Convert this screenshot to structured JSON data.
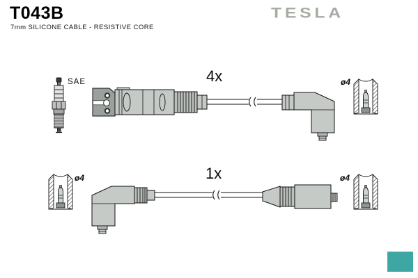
{
  "page": {
    "background_color": "#ffffff"
  },
  "header": {
    "part_number": "T043B",
    "description": "7mm SILICONE CABLE - RESISTIVE CORE",
    "brand": "TESLA",
    "brand_color": "#a5ada1"
  },
  "top_assembly": {
    "quantity_label": "4x",
    "plug_type_label": "SAE",
    "terminal_diameter_label": "ø4",
    "components": "spark-plug, distributor-connector-block, straight-connector-housing, cable-with-break, angled-plug-boot, terminal-socket-cross-section"
  },
  "bottom_assembly": {
    "quantity_label": "1x",
    "terminal_diameter_label_left": "ø4",
    "terminal_diameter_label_right": "ø4",
    "components": "terminal-socket-cross-section, angled-plug-boot, cable-with-break, straight-boot, terminal-socket-cross-section"
  },
  "accent": {
    "box_color": "#3fa7a3"
  }
}
